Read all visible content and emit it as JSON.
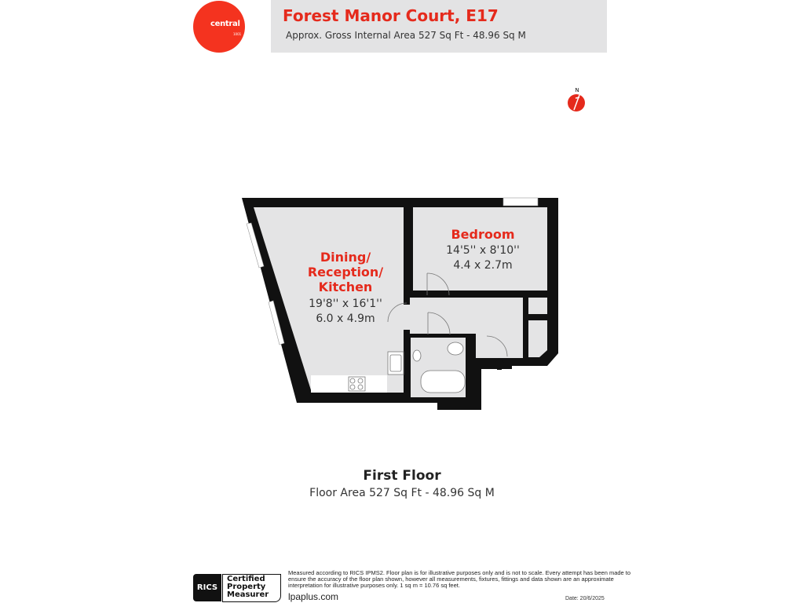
{
  "header": {
    "logo_text": "central",
    "logo_subtext": "1001",
    "title": "Forest Manor Court, E17",
    "subtitle": "Approx. Gross Internal Area 527 Sq Ft - 48.96 Sq M"
  },
  "compass": {
    "label": "N"
  },
  "rooms": [
    {
      "name": "Dining/\nReception/\nKitchen",
      "imperial": "19'8'' x 16'1''",
      "metric": "6.0 x 4.9m"
    },
    {
      "name": "Bedroom",
      "imperial": "14'5'' x 8'10''",
      "metric": "4.4 x 2.7m"
    }
  ],
  "floor": {
    "name": "First Floor",
    "area": "Floor Area 527 Sq Ft - 48.96 Sq M"
  },
  "footer": {
    "rics_label": "RICS",
    "cert_label": "Certified Property Measurer",
    "disclaimer": "Measured according to RICS IPMS2. Floor plan is for illustrative purposes only and is not to scale. Every attempt has been made to ensure the accuracy of the floor plan shown, however all measurements, fixtures, fittings and data shown are an approximate interpretation for illustrative purposes only. 1 sq m = 10.76 sq feet.",
    "website": "lpaplus.com",
    "date": "Date: 20/6/2025"
  },
  "colors": {
    "brand_red": "#e52a1c",
    "wall": "#111111",
    "floor": "#e4e4e5"
  }
}
